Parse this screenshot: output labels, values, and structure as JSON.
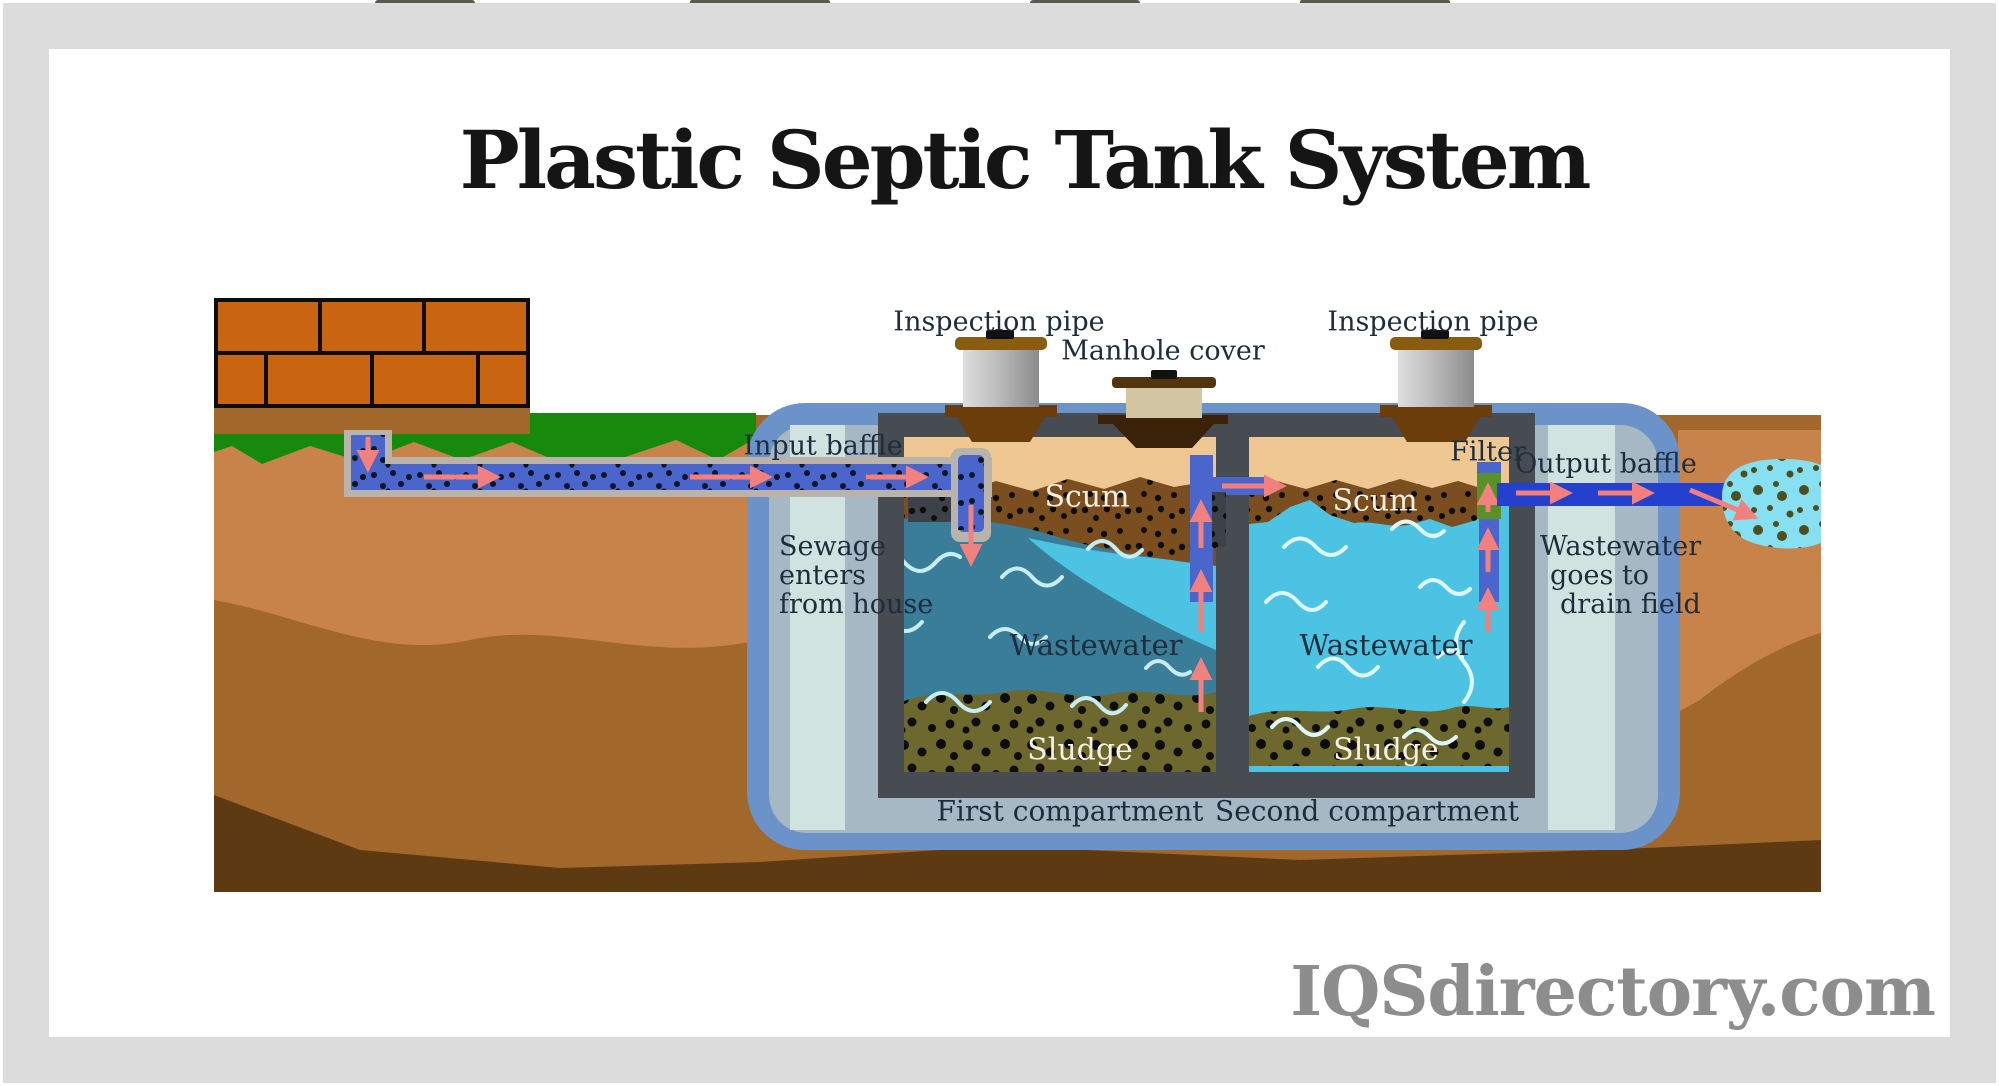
{
  "title": "Plastic Septic Tank System",
  "watermark": "IQSdirectory.com",
  "labels": {
    "inspection_pipe_1": "Inspection pipe",
    "manhole_cover": "Manhole cover",
    "inspection_pipe_2": "Inspection pipe",
    "input_baffle": "Input baffle",
    "filter": "Filter",
    "output_baffle": "Output baffle",
    "sewage_l1": "Sewage",
    "sewage_l2": "enters",
    "sewage_l3": "from house",
    "drain_l1": "Wastewater",
    "drain_l2": "goes to",
    "drain_l3": "drain field",
    "scum_first": "Scum",
    "scum_second": "Scum",
    "wastewater_first": "Wastewater",
    "wastewater_second": "Wastewater",
    "sludge_first": "Sludge",
    "sludge_second": "Sludge",
    "first_compartment": "First compartment",
    "second_compartment": "Second compartment"
  },
  "colors": {
    "frame": "#dcdcdc",
    "title": "#151515",
    "label": "#1e2d3c",
    "labellight": "#f6f1e4",
    "watermark": "#8d8d8d",
    "grass": "#178a0e",
    "soiltop": "#c8834a",
    "soilmid": "#a2672b",
    "soildark": "#5e3a13",
    "brick": "#c96511",
    "brickline": "#0d0d0d",
    "shell": "#6b93c9",
    "inner": "#a7b8c5",
    "column": "#d0e3e0",
    "wall": "#474b52",
    "tan": "#eec793",
    "scum": "#7a4e1e",
    "teal": "#3a7d98",
    "cyan": "#4cc3e3",
    "drain": "#87dff2",
    "sludge": "#6d682d",
    "pipeblue": "#4a66cc",
    "casing": "#b9b3ab",
    "pipesolid": "#2340cf",
    "arrow": "#f2807f",
    "filtergreen": "#5a9028",
    "risercap": "#8a5c10",
    "risercollar": "#6b3d0b",
    "manholebody": "#d2c5a2",
    "manholetop": "#52350f",
    "manholedark": "#3a2208",
    "dot": "#0d0d0d",
    "dotnavy": "#0e1526",
    "dotolive": "#4e4e1e",
    "squig1": "#c7ecf4",
    "squig2": "#def7fb",
    "shadow": "#3d4249",
    "smudge": "#3c3c2e"
  }
}
